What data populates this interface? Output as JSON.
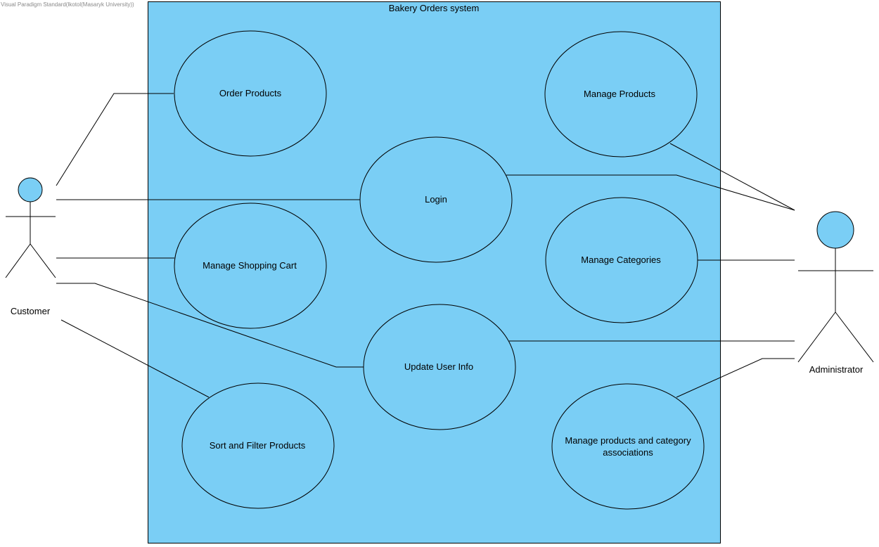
{
  "watermark": "Visual Paradigm Standard(lkotol(Masaryk University))",
  "system": {
    "title": "Bakery Orders system",
    "fill": "#7ACEF5"
  },
  "actors": {
    "customer": "Customer",
    "administrator": "Administrator"
  },
  "use_cases": {
    "order_products": "Order Products",
    "manage_products": "Manage Products",
    "login": "Login",
    "manage_shopping_cart": "Manage Shopping Cart",
    "manage_categories": "Manage Categories",
    "update_user_info": "Update User Info",
    "sort_filter_products": "Sort and Filter Products",
    "manage_assoc_line1": "Manage products and category",
    "manage_assoc_line2": "associations"
  }
}
